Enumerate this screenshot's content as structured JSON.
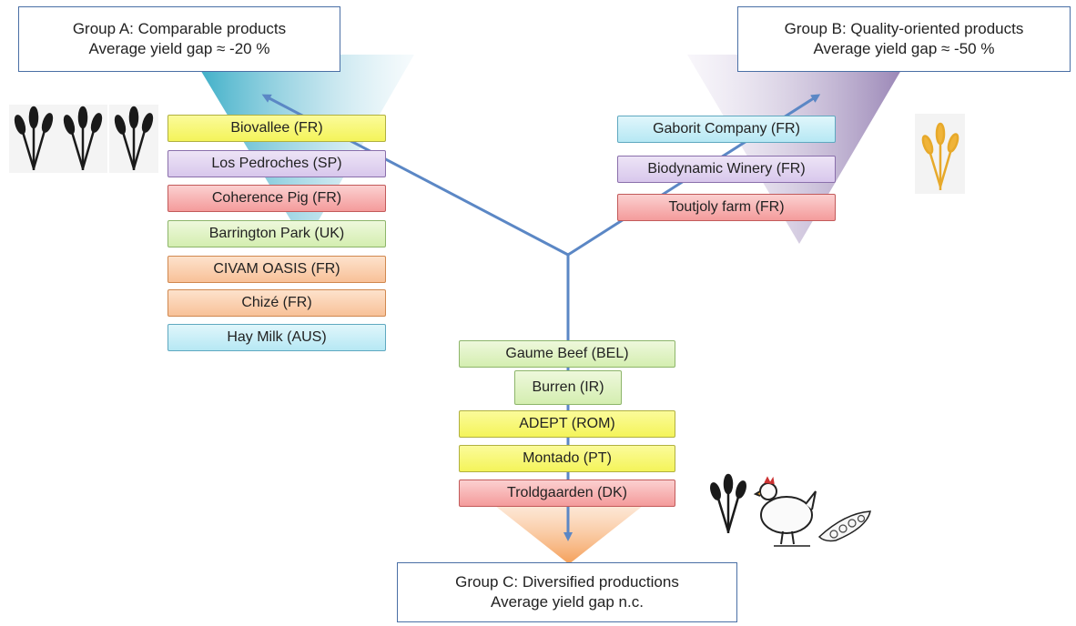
{
  "colors": {
    "arrow": "#5b87c5",
    "triangle_a": "#3ab0c8",
    "triangle_b": "#9a86b6",
    "triangle_c": "#f5a460"
  },
  "group_a": {
    "line1": "Group A: Comparable products",
    "line2": "Average yield gap ≈ -20 %"
  },
  "group_b": {
    "line1": "Group B: Quality-oriented products",
    "line2": "Average yield gap ≈ -50 %"
  },
  "group_c": {
    "line1": "Group C: Diversified productions",
    "line2": "Average yield gap n.c."
  },
  "group_a_cases": [
    {
      "label": "Biovallee (FR)",
      "color": "yellow"
    },
    {
      "label": "Los Pedroches (SP)",
      "color": "purple"
    },
    {
      "label": "Coherence Pig (FR)",
      "color": "red"
    },
    {
      "label": "Barrington Park (UK)",
      "color": "green"
    },
    {
      "label": "CIVAM OASIS (FR)",
      "color": "orange"
    },
    {
      "label": "Chizé (FR)",
      "color": "orange"
    },
    {
      "label": "Hay Milk (AUS)",
      "color": "blue"
    }
  ],
  "group_b_cases": [
    {
      "label": "Gaborit Company (FR)",
      "color": "blue"
    },
    {
      "label": "Biodynamic Winery (FR)",
      "color": "purple"
    },
    {
      "label": "Toutjoly farm (FR)",
      "color": "red"
    }
  ],
  "group_c_cases": [
    {
      "label": "Gaume Beef (BEL)",
      "color": "green"
    },
    {
      "label": "Burren (IR)",
      "color": "green"
    },
    {
      "label": "ADEPT (ROM)",
      "color": "yellow"
    },
    {
      "label": "Montado (PT)",
      "color": "yellow"
    },
    {
      "label": "Troldgaarden (DK)",
      "color": "red"
    }
  ],
  "illustrations": {
    "group_a": [
      "wheat-icon",
      "wheat-icon",
      "wheat-icon"
    ],
    "group_b": [
      "golden-wheat-icon"
    ],
    "group_c": [
      "wheat-icon",
      "chicken-icon",
      "pea-pod-icon"
    ]
  }
}
